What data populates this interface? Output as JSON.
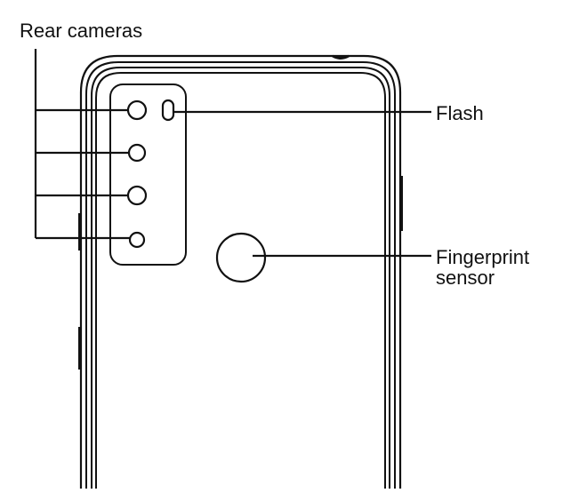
{
  "labels": {
    "rear_cameras": "Rear cameras",
    "flash": "Flash",
    "fingerprint_line1": "Fingerprint",
    "fingerprint_line2": "sensor"
  },
  "colors": {
    "line": "#111111",
    "background": "#ffffff"
  }
}
